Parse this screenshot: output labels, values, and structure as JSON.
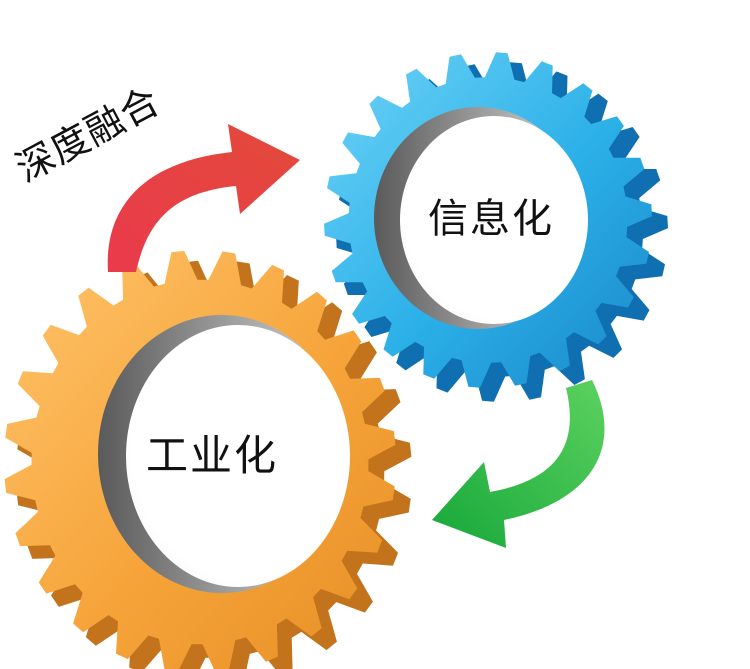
{
  "caption": "深度融合",
  "gears": {
    "blue": {
      "label": "信息化",
      "color": "#2bb5ea",
      "dark": "#0f6fb0"
    },
    "orange": {
      "label": "工业化",
      "color": "#f6a43a",
      "dark": "#c2731c"
    }
  },
  "arrows": {
    "top": {
      "color": "#e23a48"
    },
    "bottom": {
      "color": "#2fb84a"
    }
  }
}
